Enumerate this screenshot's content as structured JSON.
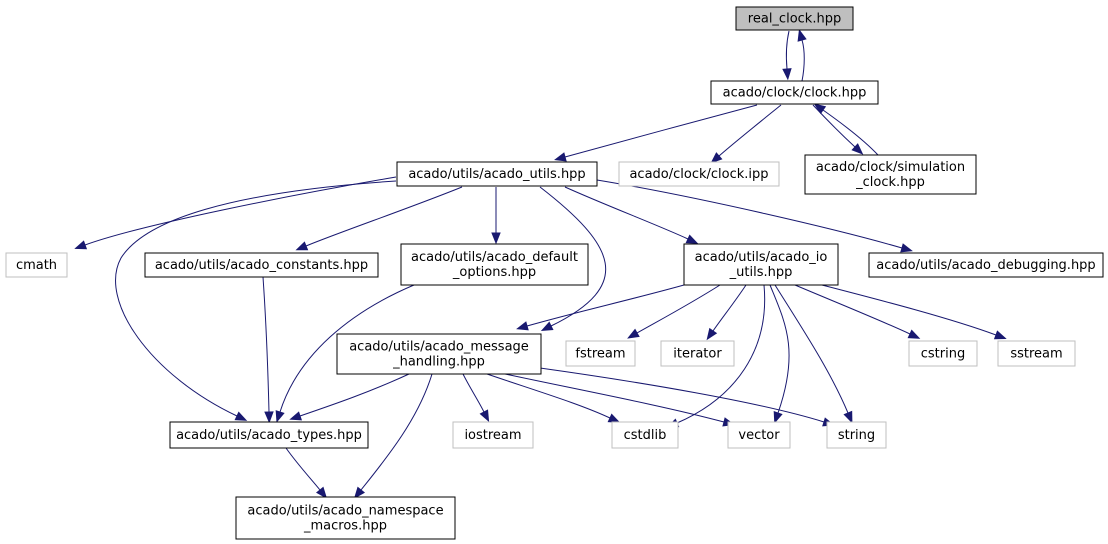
{
  "nodes": [
    {
      "id": "real_clock",
      "lines": [
        "real_clock.hpp"
      ],
      "root": true
    },
    {
      "id": "clock",
      "lines": [
        "acado/clock/clock.hpp"
      ]
    },
    {
      "id": "acado_utils",
      "lines": [
        "acado/utils/acado_utils.hpp"
      ]
    },
    {
      "id": "clock_ipp",
      "lines": [
        "acado/clock/clock.ipp"
      ],
      "external": true
    },
    {
      "id": "simulation_clock",
      "lines": [
        "acado/clock/simulation",
        "_clock.hpp"
      ]
    },
    {
      "id": "cmath",
      "lines": [
        "cmath"
      ],
      "external": true
    },
    {
      "id": "acado_constants",
      "lines": [
        "acado/utils/acado_constants.hpp"
      ]
    },
    {
      "id": "acado_default_options",
      "lines": [
        "acado/utils/acado_default",
        "_options.hpp"
      ]
    },
    {
      "id": "acado_io_utils",
      "lines": [
        "acado/utils/acado_io",
        "_utils.hpp"
      ]
    },
    {
      "id": "acado_debugging",
      "lines": [
        "acado/utils/acado_debugging.hpp"
      ]
    },
    {
      "id": "acado_message_handling",
      "lines": [
        "acado/utils/acado_message",
        "_handling.hpp"
      ]
    },
    {
      "id": "fstream",
      "lines": [
        "fstream"
      ],
      "external": true
    },
    {
      "id": "iterator",
      "lines": [
        "iterator"
      ],
      "external": true
    },
    {
      "id": "cstring",
      "lines": [
        "cstring"
      ],
      "external": true
    },
    {
      "id": "sstream",
      "lines": [
        "sstream"
      ],
      "external": true
    },
    {
      "id": "acado_types",
      "lines": [
        "acado/utils/acado_types.hpp"
      ]
    },
    {
      "id": "iostream",
      "lines": [
        "iostream"
      ],
      "external": true
    },
    {
      "id": "cstdlib",
      "lines": [
        "cstdlib"
      ],
      "external": true
    },
    {
      "id": "vector",
      "lines": [
        "vector"
      ],
      "external": true
    },
    {
      "id": "string",
      "lines": [
        "string"
      ],
      "external": true
    },
    {
      "id": "acado_namespace_macros",
      "lines": [
        "acado/utils/acado_namespace",
        "_macros.hpp"
      ]
    }
  ],
  "edges": [
    [
      "real_clock",
      "clock"
    ],
    [
      "clock",
      "real_clock"
    ],
    [
      "clock",
      "acado_utils"
    ],
    [
      "clock",
      "clock_ipp"
    ],
    [
      "clock",
      "simulation_clock"
    ],
    [
      "simulation_clock",
      "clock"
    ],
    [
      "acado_utils",
      "cmath"
    ],
    [
      "acado_utils",
      "acado_constants"
    ],
    [
      "acado_utils",
      "acado_default_options"
    ],
    [
      "acado_utils",
      "acado_io_utils"
    ],
    [
      "acado_utils",
      "acado_debugging"
    ],
    [
      "acado_utils",
      "acado_message_handling"
    ],
    [
      "acado_utils",
      "acado_types"
    ],
    [
      "acado_constants",
      "acado_types"
    ],
    [
      "acado_default_options",
      "acado_types"
    ],
    [
      "acado_io_utils",
      "acado_message_handling"
    ],
    [
      "acado_io_utils",
      "fstream"
    ],
    [
      "acado_io_utils",
      "iterator"
    ],
    [
      "acado_io_utils",
      "cstring"
    ],
    [
      "acado_io_utils",
      "sstream"
    ],
    [
      "acado_io_utils",
      "cstdlib"
    ],
    [
      "acado_io_utils",
      "vector"
    ],
    [
      "acado_io_utils",
      "string"
    ],
    [
      "acado_message_handling",
      "acado_types"
    ],
    [
      "acado_message_handling",
      "iostream"
    ],
    [
      "acado_message_handling",
      "cstdlib"
    ],
    [
      "acado_message_handling",
      "vector"
    ],
    [
      "acado_message_handling",
      "string"
    ],
    [
      "acado_message_handling",
      "acado_namespace_macros"
    ],
    [
      "acado_types",
      "acado_namespace_macros"
    ]
  ],
  "colors": {
    "edge": "#191970",
    "root_fill": "#bfbfbf",
    "external_border": "#bfbfbf",
    "node_border": "#000000"
  }
}
